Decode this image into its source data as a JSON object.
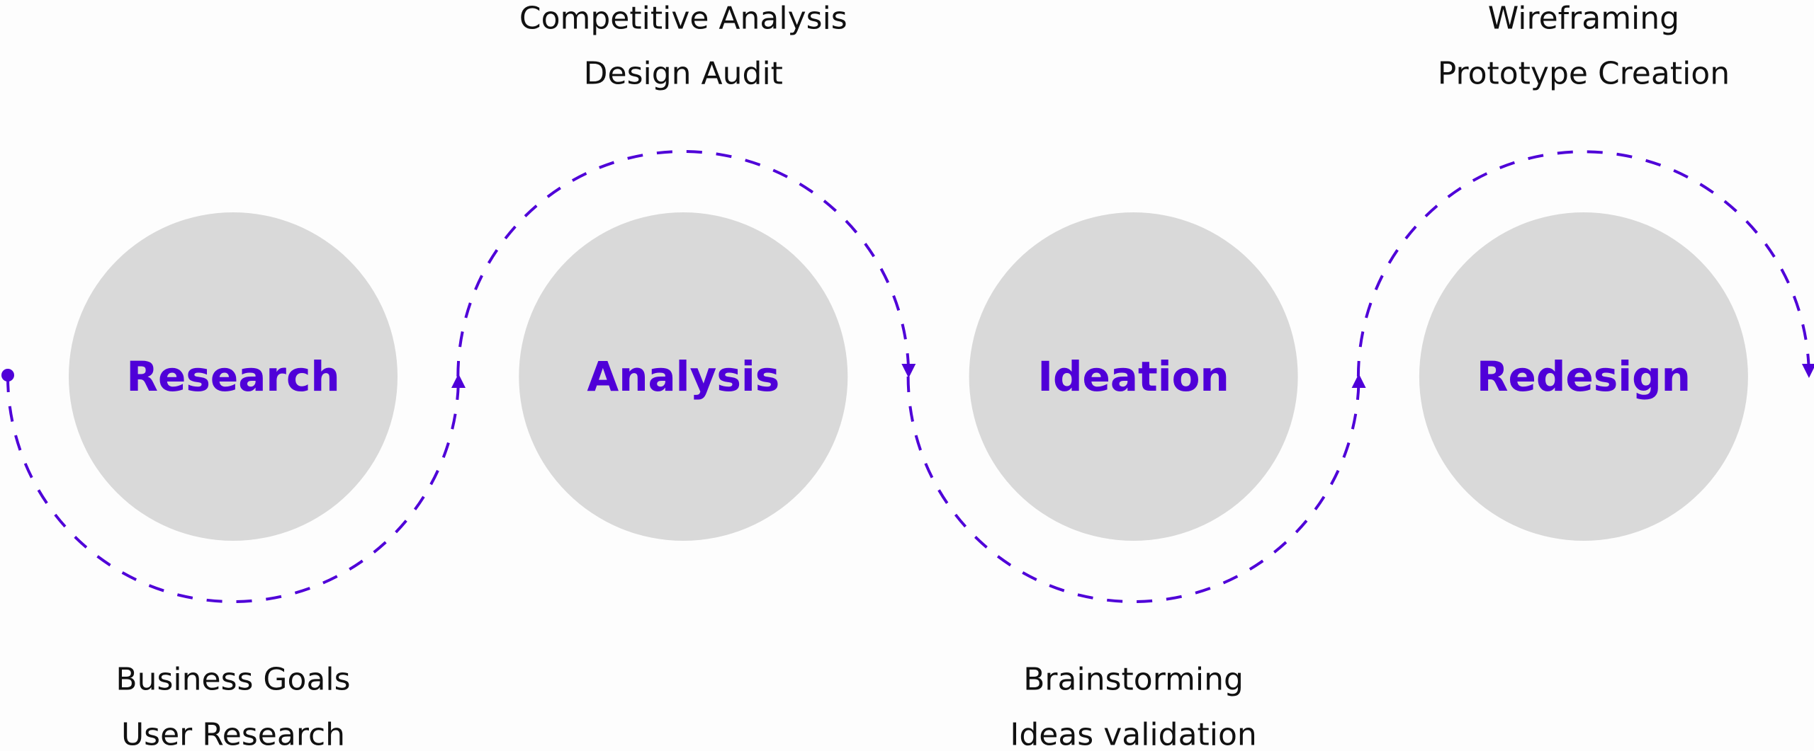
{
  "diagram": {
    "type": "process-flow",
    "title": "",
    "colors": {
      "accent": "#4f00d8",
      "stage_fill": "#d9d9d9",
      "text": "#111111",
      "background": "#fdfdfd"
    },
    "flow": {
      "start_marker": "dot",
      "end_marker": "arrow-down",
      "line_style": "dashed"
    },
    "stages": [
      {
        "name": "Research",
        "arc": "bottom",
        "activities_position": "below",
        "activities": [
          "Business Goals",
          "User Research"
        ],
        "arrow_after": "up"
      },
      {
        "name": "Analysis",
        "arc": "top",
        "activities_position": "above",
        "activities": [
          "Competitive Analysis",
          "Design Audit"
        ],
        "arrow_after": "down"
      },
      {
        "name": "Ideation",
        "arc": "bottom",
        "activities_position": "below",
        "activities": [
          "Brainstorming",
          "Ideas validation"
        ],
        "arrow_after": "up"
      },
      {
        "name": "Redesign",
        "arc": "top",
        "activities_position": "above",
        "activities": [
          "Wireframing",
          "Prototype Creation"
        ],
        "arrow_after": "down"
      }
    ]
  }
}
